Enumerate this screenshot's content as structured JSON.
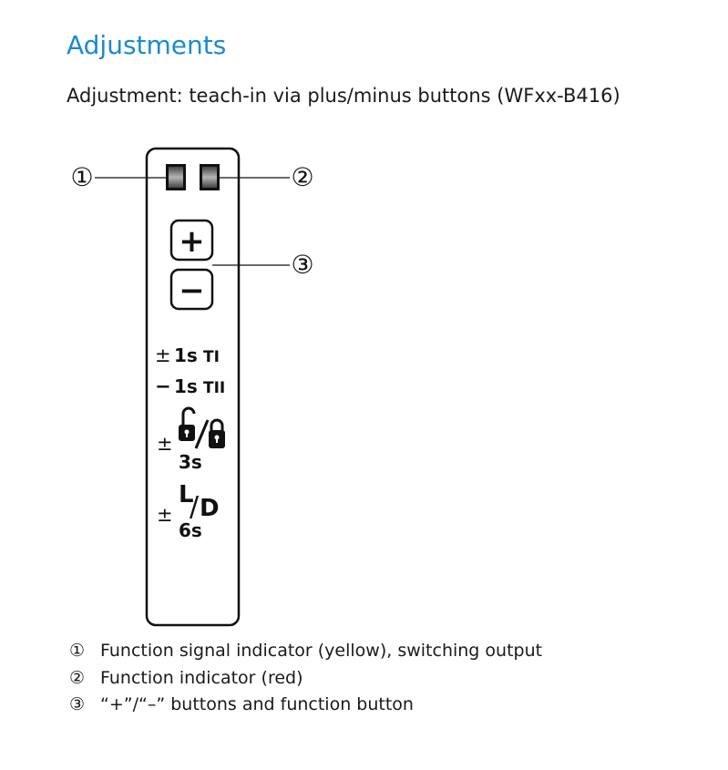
{
  "heading": "Adjustments",
  "subheading": "Adjustment: teach-in via plus/minus buttons (WFxx-B416)",
  "callouts": [
    "①",
    "②",
    "③"
  ],
  "device": {
    "plus_symbol": "+",
    "minus_symbol": "−",
    "rows": [
      {
        "sign": "±",
        "duration": "1s",
        "target": "TI"
      },
      {
        "sign": "−",
        "duration": "1s",
        "target": "TII"
      }
    ],
    "lock_sign": "±",
    "lock_duration": "3s",
    "ld_sign": "±",
    "ld_letter_top": "L",
    "ld_slash": "/",
    "ld_letter_bottom": "D",
    "ld_duration": "6s"
  },
  "legend": [
    {
      "num": "①",
      "text": "Function signal indicator (yellow), switching output"
    },
    {
      "num": "②",
      "text": "Function indicator (red)"
    },
    {
      "num": "③",
      "text": "“+”/“–” buttons and function button"
    }
  ],
  "colors": {
    "heading": "#1a8bd0",
    "text": "#1a1a1a"
  }
}
